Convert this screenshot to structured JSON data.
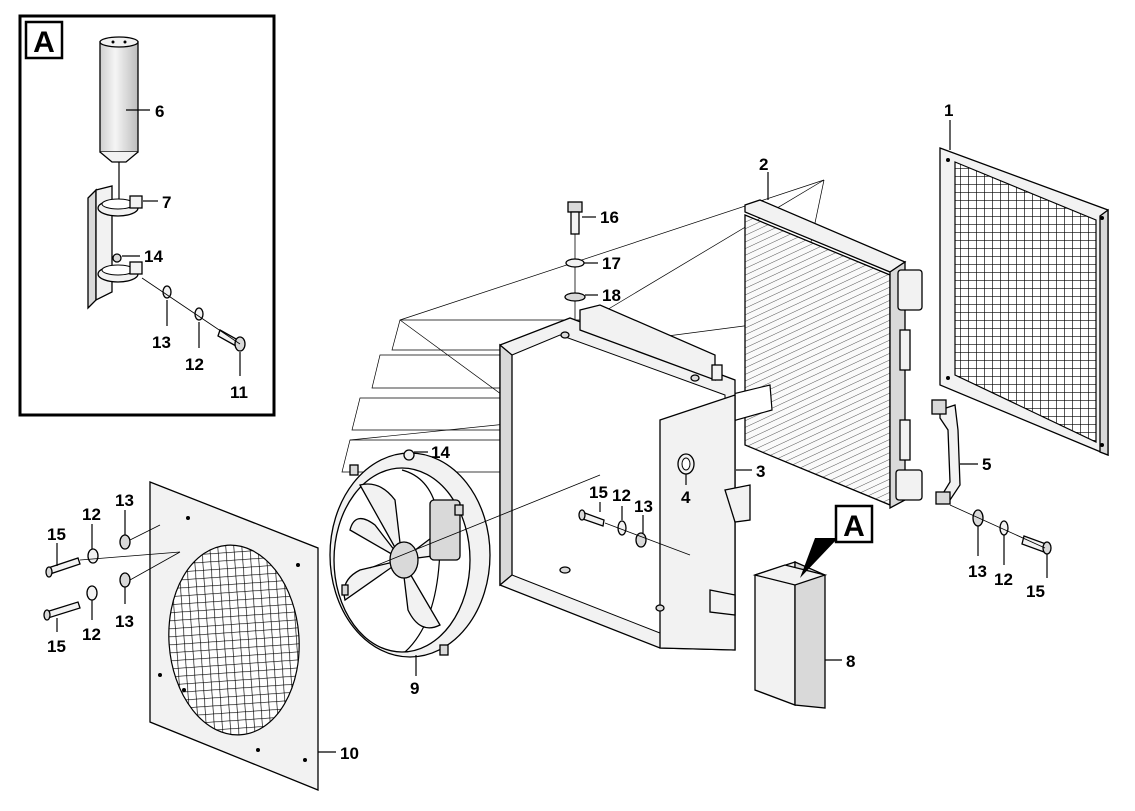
{
  "inset": {
    "letter": "A"
  },
  "callout": {
    "letter": "A"
  },
  "labels": {
    "p1": "1",
    "p2": "2",
    "p3": "3",
    "p4": "4",
    "p5": "5",
    "p6": "6",
    "p7": "7",
    "p8": "8",
    "p9": "9",
    "p10": "10",
    "p11": "11",
    "p12_inset": "12",
    "p13_inset": "13",
    "p14_inset": "14",
    "p14_fan": "14",
    "p16": "16",
    "p17": "17",
    "p18": "18",
    "p15_mid": "15",
    "p12_mid": "12",
    "p13_mid": "13",
    "p15_l1": "15",
    "p12_l1": "12",
    "p13_l1": "13",
    "p15_l2": "15",
    "p12_l2": "12",
    "p13_l2": "13",
    "p13_r": "13",
    "p12_r": "12",
    "p15_r": "15"
  }
}
